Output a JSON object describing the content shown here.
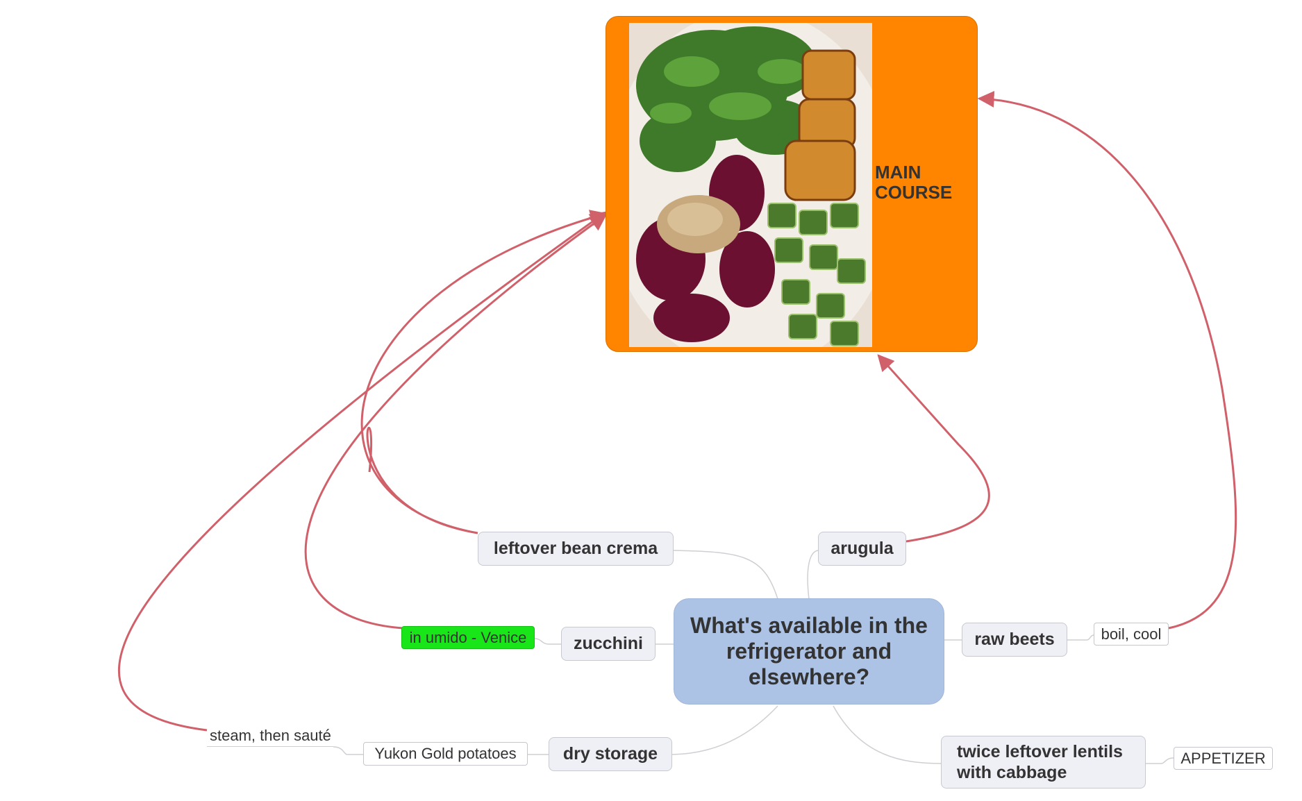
{
  "central": {
    "text": "What's available in the refrigerator and elsewhere?"
  },
  "floating": {
    "label": "MAIN COURSE",
    "image": "salad-plate-photo"
  },
  "topics": {
    "bean_crema": "leftover bean crema",
    "arugula": "arugula",
    "zucchini": "zucchini",
    "raw_beets": "raw beets",
    "dry_storage": "dry storage",
    "lentils": "twice leftover lentils with cabbage"
  },
  "subtopics": {
    "in_umido": "in umido - Venice",
    "boil_cool": "boil, cool",
    "yukon": "Yukon Gold potatoes",
    "steam": "steam, then sauté",
    "appetizer": "APPETIZER"
  },
  "colors": {
    "central_fill": "#adc3e6",
    "topic_fill": "#efeff6",
    "floating_fill": "#ff8400",
    "highlight_fill": "#19e619",
    "relationship_line": "#d0606a",
    "branch_line": "#cfcfd4"
  }
}
